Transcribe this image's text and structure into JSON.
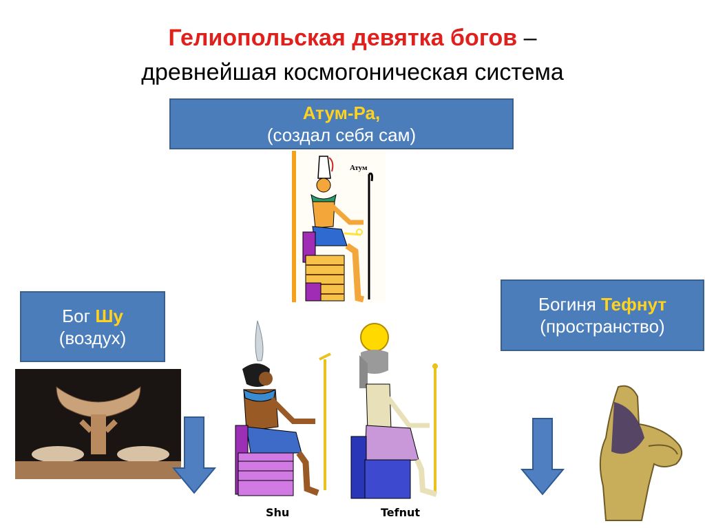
{
  "title": {
    "line1_highlight": "Гелиопольская девятка богов",
    "line1_rest": " –",
    "line2": "древнейшая космогоническая система"
  },
  "atum_box": {
    "name": "Атум-Ра,",
    "desc": "(создал себя сам)"
  },
  "shu_box": {
    "prefix": "Бог ",
    "name": "Шу",
    "desc": "(воздух)"
  },
  "tefnut_box": {
    "prefix": "Богиня ",
    "name": "Тефнут",
    "desc": "(пространство)"
  },
  "atum_image": {
    "label": "Атум"
  },
  "captions": {
    "shu": "Shu",
    "tefnut": "Tefnut"
  },
  "colors": {
    "title_red": "#e0201c",
    "box_blue": "#4a7dba",
    "highlight_yellow": "#ffd21f",
    "arrow_blue": "#4f7fc0"
  },
  "icons": [
    "atum-figure-icon",
    "shu-statue-photo",
    "shu-figure-icon",
    "tefnut-figure-icon",
    "tefnut-statue-photo",
    "down-arrow-icon"
  ]
}
